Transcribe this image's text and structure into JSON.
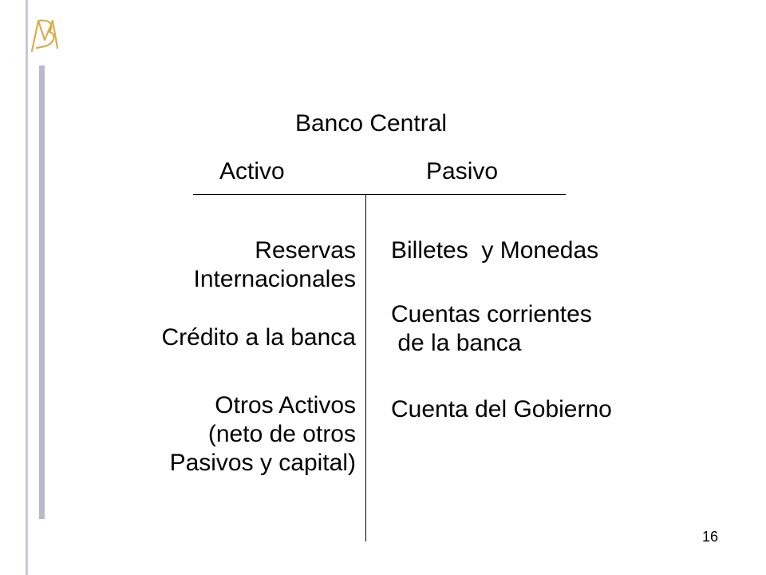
{
  "slide": {
    "title": "Banco Central",
    "activo_label": "Activo",
    "pasivo_label": "Pasivo",
    "activo_items": [
      "Reservas\nInternacionales",
      "Crédito a la banca",
      "Otros Activos\n(neto de otros\nPasivos y capital)"
    ],
    "pasivo_items": [
      "Billetes  y Monedas",
      "Cuentas corrientes\n de la banca",
      "Cuenta del Gobierno"
    ],
    "page_number": "16"
  },
  "colors": {
    "logo": "#d8ae4e",
    "side_bar": "#b7b9cf",
    "rule": "#000000"
  },
  "icons": {
    "logo": "bm-monogram-icon"
  }
}
